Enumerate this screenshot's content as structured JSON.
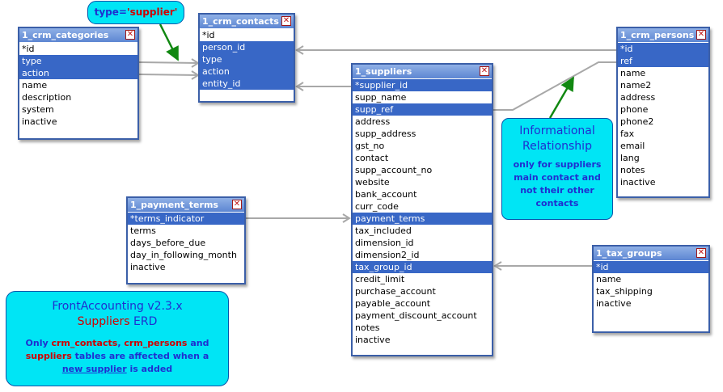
{
  "tables": {
    "crm_categories": {
      "title": "1_crm_categories",
      "fields": [
        "*id",
        "type",
        "action",
        "name",
        "description",
        "system",
        "inactive"
      ],
      "selected": [
        1,
        2
      ]
    },
    "crm_contacts": {
      "title": "1_crm_contacts",
      "fields": [
        "*id",
        "person_id",
        "type",
        "action",
        "entity_id"
      ],
      "selected": [
        1,
        2,
        3,
        4
      ]
    },
    "suppliers": {
      "title": "1_suppliers",
      "fields": [
        "*supplier_id",
        "supp_name",
        "supp_ref",
        "address",
        "supp_address",
        "gst_no",
        "contact",
        "supp_account_no",
        "website",
        "bank_account",
        "curr_code",
        "payment_terms",
        "tax_included",
        "dimension_id",
        "dimension2_id",
        "tax_group_id",
        "credit_limit",
        "purchase_account",
        "payable_account",
        "payment_discount_account",
        "notes",
        "inactive"
      ],
      "selected": [
        0,
        2,
        11,
        15
      ]
    },
    "crm_persons": {
      "title": "1_crm_persons",
      "fields": [
        "*id",
        "ref",
        "name",
        "name2",
        "address",
        "phone",
        "phone2",
        "fax",
        "email",
        "lang",
        "notes",
        "inactive"
      ],
      "selected": [
        0,
        1
      ]
    },
    "payment_terms": {
      "title": "1_payment_terms",
      "fields": [
        "*terms_indicator",
        "terms",
        "days_before_due",
        "day_in_following_month",
        "inactive"
      ],
      "selected": [
        0
      ]
    },
    "tax_groups": {
      "title": "1_tax_groups",
      "fields": [
        "*id",
        "name",
        "tax_shipping",
        "inactive"
      ],
      "selected": [
        0
      ]
    }
  },
  "type_callout": {
    "prefix": "type=",
    "value": "'supplier'"
  },
  "info_callout": {
    "title_line1": "Informational",
    "title_line2": "Relationship",
    "body_line1": "only for suppliers",
    "body_line2": "main contact and",
    "body_line3": "not their other",
    "body_line4": "contacts"
  },
  "erd_label": {
    "title_line1": "FrontAccounting v2.3.x",
    "title_line2_red": "Suppliers",
    "title_line2_blue": " ERD",
    "note_p1": "Only ",
    "note_r1": "crm_contacts",
    "note_p2": ", ",
    "note_r2": "crm_persons",
    "note_p3": " and",
    "note_r3": "suppliers",
    "note_p4": " tables are affected when a",
    "note_link": "new supplier",
    "note_p5": " is added"
  },
  "colors": {
    "table_border": "#3b5fa8",
    "selected_row": "#3867c6",
    "callout_fill": "#00e5f5",
    "relation_line": "#a8a8a8",
    "arrow_green": "#118811"
  }
}
